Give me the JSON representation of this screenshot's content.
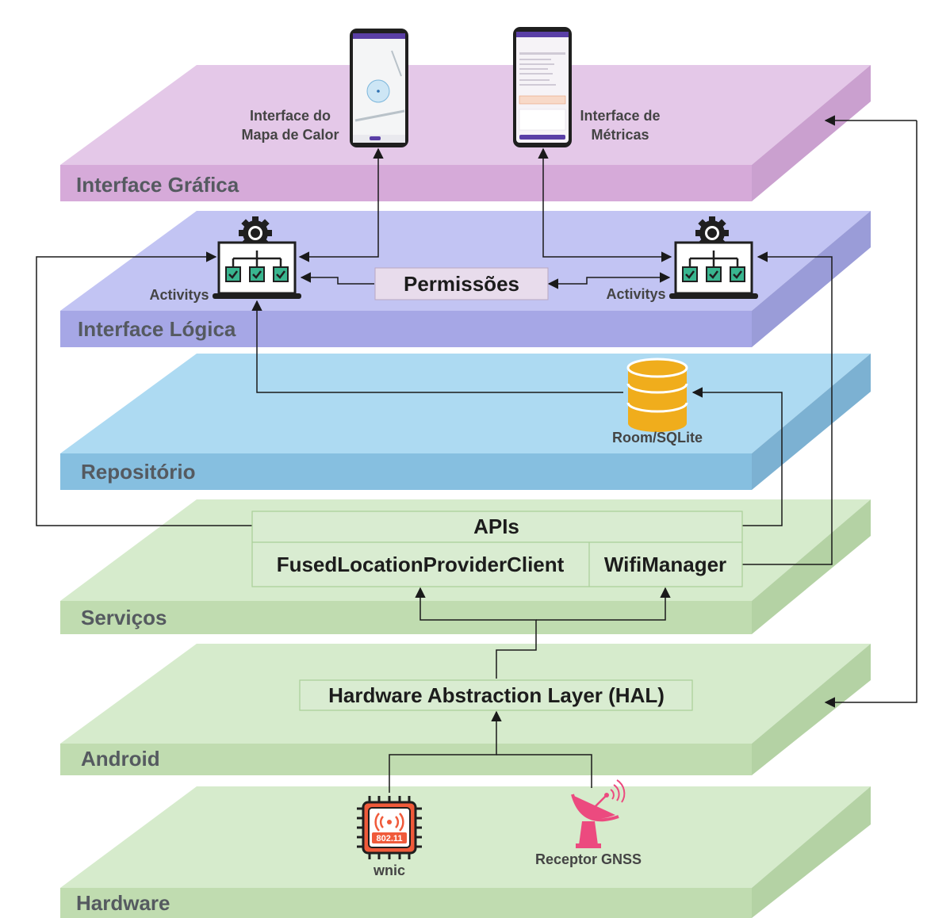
{
  "layers": {
    "grafica": "Interface Gráfica",
    "logica": "Interface Lógica",
    "repositorio": "Repositório",
    "servicos": "Serviços",
    "android": "Android",
    "hardware": "Hardware"
  },
  "grafica": {
    "heatmap_label_line1": "Interface do",
    "heatmap_label_line2": "Mapa de Calor",
    "metrics_label_line1": "Interface de",
    "metrics_label_line2": "Métricas"
  },
  "logica": {
    "activity_left": "Activitys",
    "activity_right": "Activitys",
    "permissions": "Permissões"
  },
  "repositorio": {
    "db_label": "Room/SQLite"
  },
  "servicos": {
    "apis": "APIs",
    "fused": "FusedLocationProviderClient",
    "wifi": "WifiManager"
  },
  "android": {
    "hal": "Hardware Abstraction Layer (HAL)"
  },
  "hardware": {
    "chip_text": "802.11",
    "wnic": "wnic",
    "gnss": "Receptor GNSS"
  },
  "colors": {
    "grafica_top": "#e4c8e8",
    "grafica_front": "#d6aad9",
    "grafica_side": "#caa0cf",
    "logica_top": "#c2c4f3",
    "logica_front": "#a6a7e6",
    "logica_side": "#9a9cd8",
    "repo_top": "#addaf2",
    "repo_front": "#86bfe0",
    "repo_side": "#7cb1d2",
    "green_top": "#d6ebcc",
    "green_front": "#c0dcb0",
    "green_side": "#b4d2a4",
    "db": "#f0ad1c",
    "chip": "#f05a3a",
    "gnss": "#ec4a7f"
  }
}
